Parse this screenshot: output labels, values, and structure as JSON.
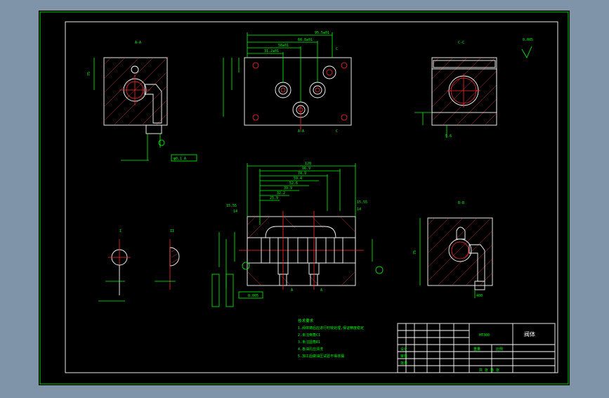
{
  "colors": {
    "background": "#7f93a9",
    "paper": "#000000",
    "frame": "#00ff00",
    "outline": "#ffffff",
    "centerline": "#ff2a2a",
    "dimension": "#00ff00"
  },
  "views": {
    "section_aa_top": "A-A",
    "section_bb": "B-B",
    "section_cc": "C-C",
    "view_label_left": "A-A",
    "section_mark_c1": "C",
    "section_mark_c2": "C",
    "small_i": "I",
    "small_ii": "II"
  },
  "dims": {
    "d1": "95.5±01",
    "d2": "68.8±01",
    "d3": "58±01",
    "d4": "31.2±01",
    "d5": "120",
    "d6": "96.9",
    "d7": "74.9",
    "d8": "59.4",
    "d9": "52.6",
    "d10": "39.9",
    "d11": "32.2",
    "d12": "25.9",
    "d13": "15.55",
    "d14": "14",
    "d15": "φ0.1 A",
    "d16": "0.005",
    "d17": "5.6",
    "d18": "75",
    "d19": "400"
  },
  "notes": {
    "title": "技术要求",
    "lines": [
      "1.阀体铸后应进行时效处理,保证精度稳定",
      "2.未注倒角C1",
      "3.未注圆角R1",
      "4.各油孔应清洗",
      "5.加工后做油压试验不得渗漏"
    ]
  },
  "title_block": {
    "material": "HT300",
    "part_name": "阀体",
    "scale_label": "比例",
    "sheet_label": "共 张 第 张",
    "weight_label": "重量",
    "design_label": "设计",
    "check_label": "审核",
    "approve_label": "批准"
  }
}
